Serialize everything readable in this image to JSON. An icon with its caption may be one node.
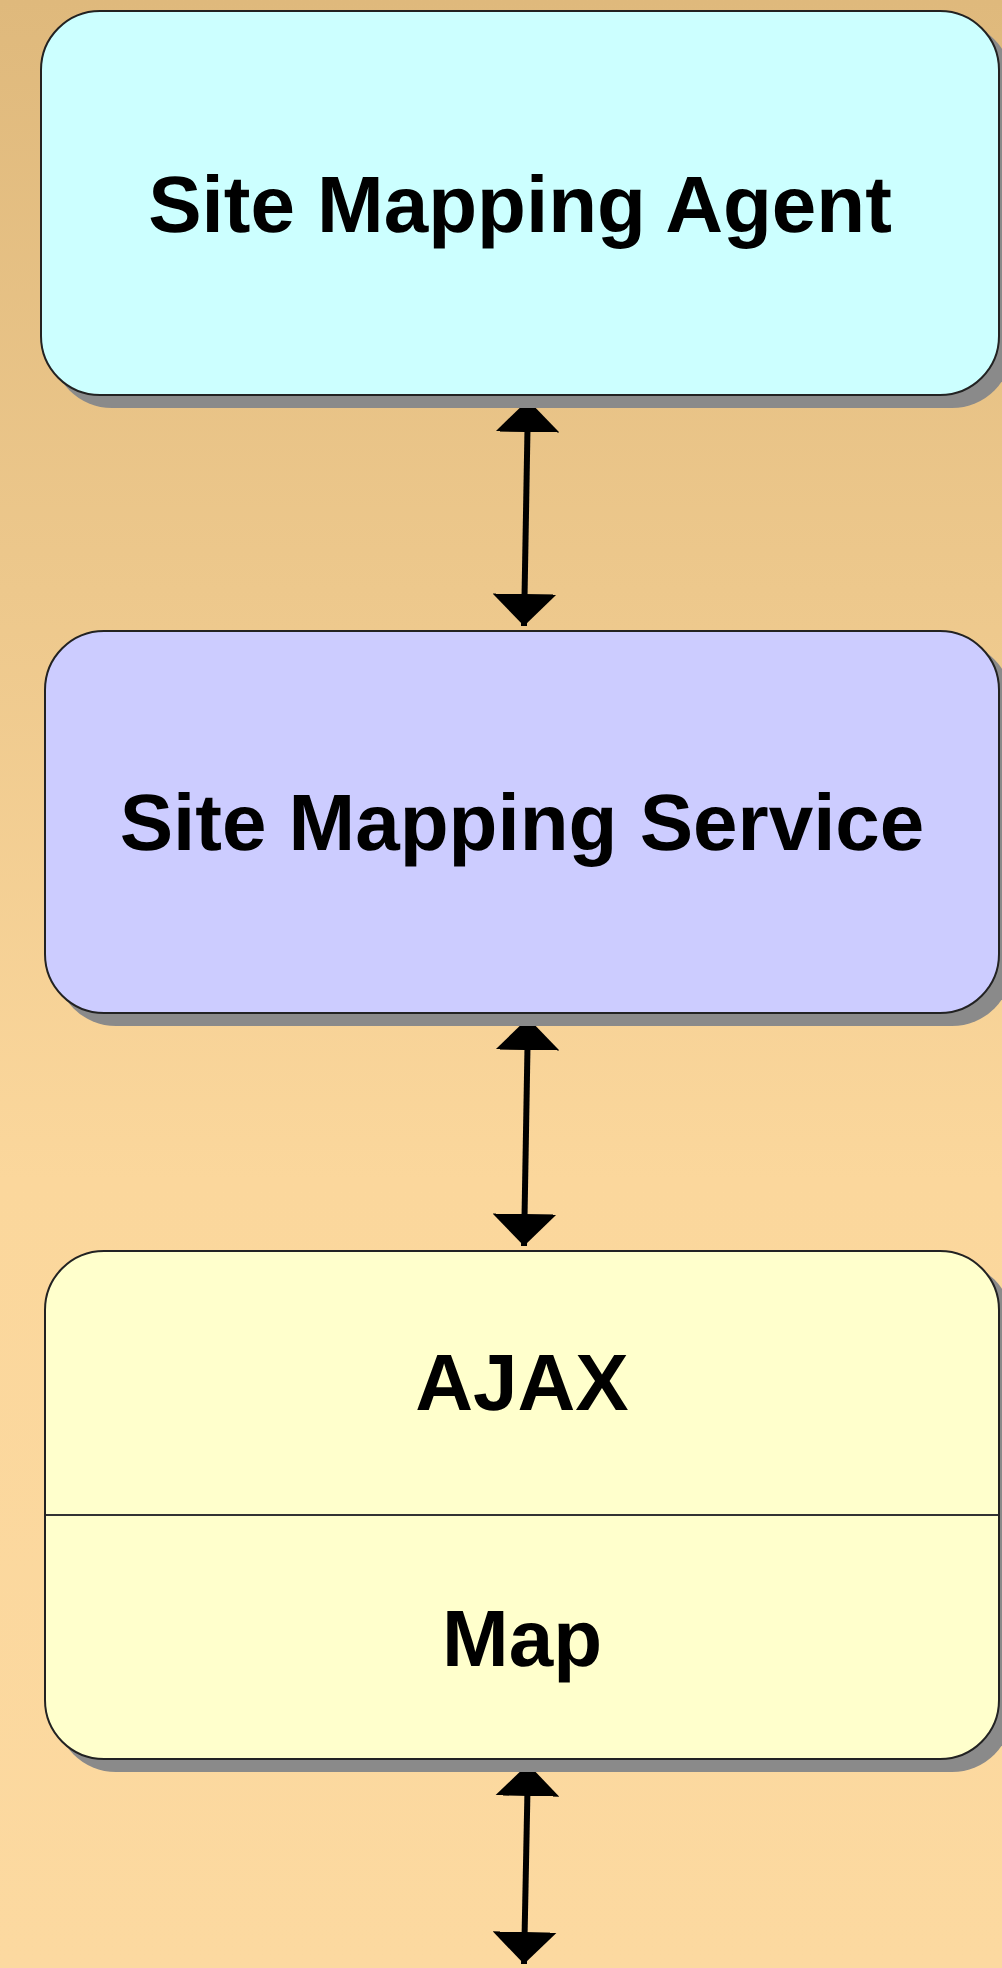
{
  "diagram": {
    "nodes": [
      {
        "text": [
          "Site Mapping Agent"
        ]
      },
      {
        "text": [
          "Site Mapping Service"
        ]
      },
      {
        "text": [
          "AJAX",
          "Map"
        ]
      }
    ],
    "edges": [
      {
        "from": 0,
        "to": 1,
        "arrow": "both"
      },
      {
        "from": 1,
        "to": 2,
        "arrow": "both"
      },
      {
        "from": 2,
        "to": null,
        "arrow": "both"
      }
    ]
  }
}
